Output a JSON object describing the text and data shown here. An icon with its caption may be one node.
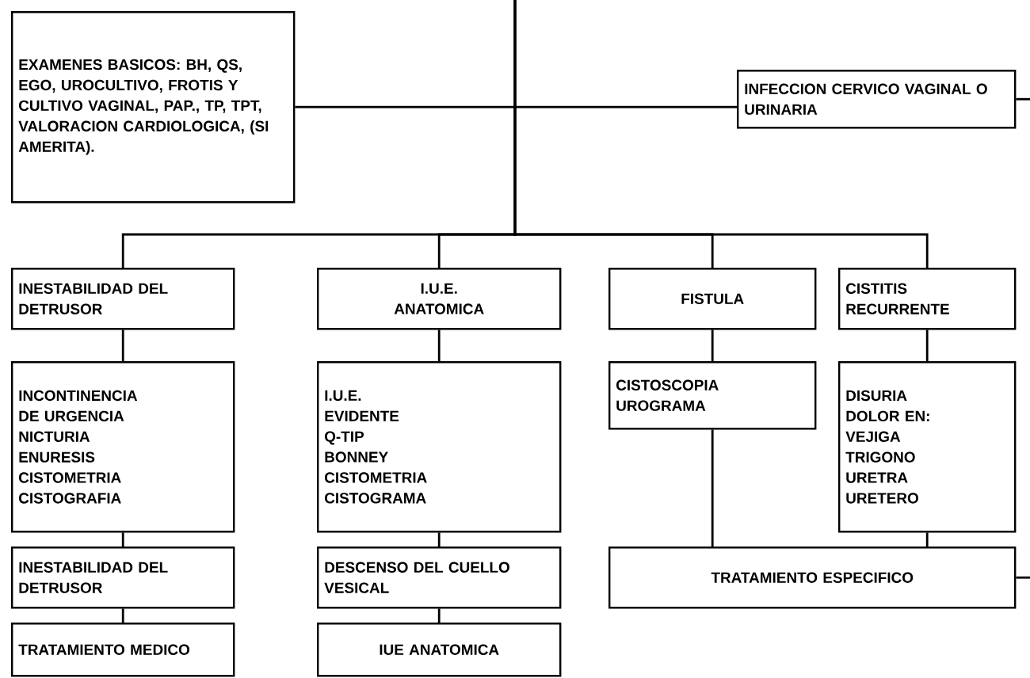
{
  "diagram": {
    "nodes": [
      {
        "text": [
          "EXAMENES BASICOS: BH, QS, EGO, UROCULTIVO, FROTIS Y CULTIVO VAGINAL, PAP., TP, TPT, VALORACION CARDIOLOGICA, (SI AMERITA)."
        ]
      },
      {
        "text": [
          "INFECCION CERVICO VAGINAL O URINARIA"
        ]
      },
      {
        "text": [
          "INESTABILIDAD DEL DETRUSOR"
        ]
      },
      {
        "text": [
          "I.U.E.",
          "ANATOMICA"
        ]
      },
      {
        "text": [
          "FISTULA"
        ]
      },
      {
        "text": [
          "CISTITIS RECURRENTE"
        ]
      },
      {
        "text": [
          "INCONTINENCIA",
          "DE URGENCIA",
          "NICTURIA",
          "ENURESIS",
          "CISTOMETRIA",
          "CISTOGRAFIA"
        ]
      },
      {
        "text": [
          "I.U.E.",
          "EVIDENTE",
          "Q-TIP",
          "BONNEY",
          "CISTOMETRIA",
          "CISTOGRAMA"
        ]
      },
      {
        "text": [
          "CISTOSCOPIA",
          "UROGRAMA"
        ]
      },
      {
        "text": [
          "DISURIA",
          "DOLOR EN:",
          "VEJIGA",
          "TRIGONO",
          "URETRA",
          "URETERO"
        ]
      },
      {
        "text": [
          "INESTABILIDAD DEL DETRUSOR"
        ]
      },
      {
        "text": [
          "DESCENSO DEL CUELLO VESICAL"
        ]
      },
      {
        "text": [
          "TRATAMIENTO ESPECIFICO"
        ]
      },
      {
        "text": [
          "TRATAMIENTO MEDICO"
        ]
      },
      {
        "text": [
          "IUE ANATOMICA"
        ]
      }
    ],
    "edges": [
      {
        "from": 0,
        "to": 1,
        "arrow": "none"
      },
      {
        "from": 1,
        "to": null,
        "arrow": "none"
      },
      {
        "from": null,
        "to": 2,
        "arrow": "none"
      },
      {
        "from": null,
        "to": 3,
        "arrow": "none"
      },
      {
        "from": null,
        "to": 4,
        "arrow": "none"
      },
      {
        "from": null,
        "to": 5,
        "arrow": "none"
      },
      {
        "from": 2,
        "to": 6,
        "arrow": "none"
      },
      {
        "from": 3,
        "to": 7,
        "arrow": "none"
      },
      {
        "from": 4,
        "to": 8,
        "arrow": "none"
      },
      {
        "from": 5,
        "to": 9,
        "arrow": "none"
      },
      {
        "from": 6,
        "to": 10,
        "arrow": "none"
      },
      {
        "from": 7,
        "to": 11,
        "arrow": "none"
      },
      {
        "from": 8,
        "to": 12,
        "arrow": "none"
      },
      {
        "from": 9,
        "to": 12,
        "arrow": "none"
      },
      {
        "from": 12,
        "to": null,
        "arrow": "none"
      },
      {
        "from": 10,
        "to": 13,
        "arrow": "none"
      },
      {
        "from": 11,
        "to": 14,
        "arrow": "none"
      }
    ]
  }
}
